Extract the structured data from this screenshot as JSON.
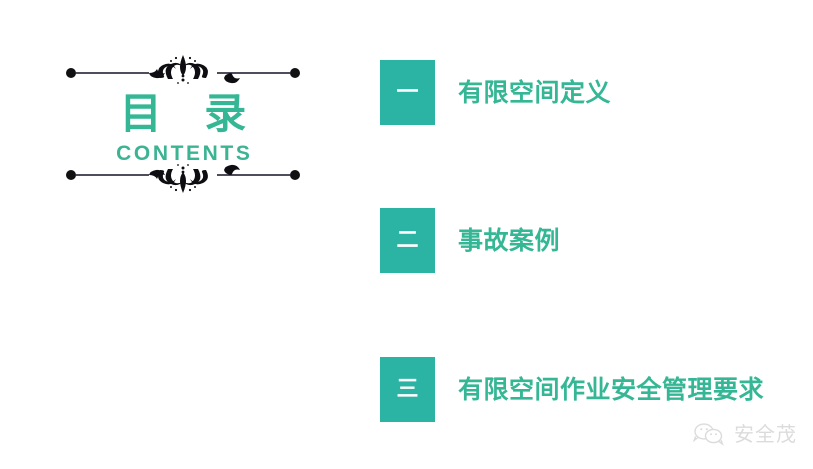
{
  "slide": {
    "background_color": "#ffffff",
    "accent_color": "#2bb3a3",
    "text_accent_color": "#35b795"
  },
  "contents": {
    "title": "目 录",
    "subtitle": "CONTENTS",
    "top_ornament_name": "decorative-flourish-divider",
    "bottom_ornament_name": "decorative-flourish-divider"
  },
  "agenda": {
    "items": [
      {
        "number": "一",
        "label": "有限空间定义"
      },
      {
        "number": "二",
        "label": "事故案例"
      },
      {
        "number": "三",
        "label": "有限空间作业安全管理要求"
      }
    ]
  },
  "watermark": {
    "text": "安全茂",
    "icon": "wechat-speech-bubble-icon"
  }
}
